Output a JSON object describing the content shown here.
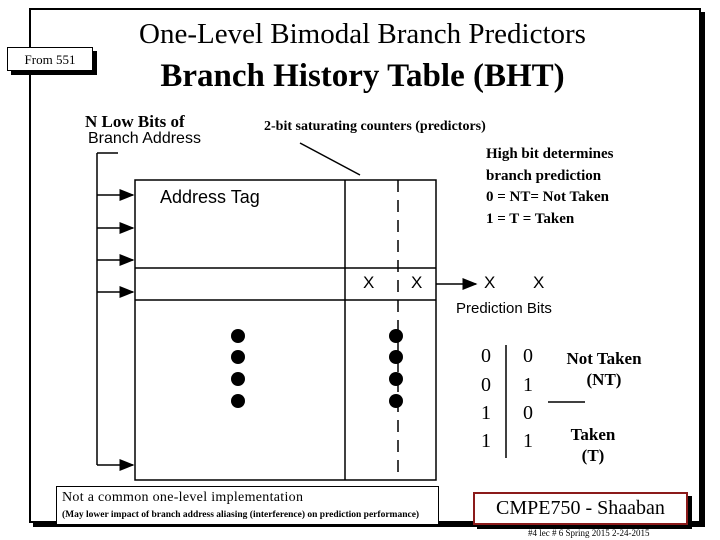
{
  "slide": {
    "from_label": "From 551",
    "title": "One-Level Bimodal Branch Predictors",
    "subtitle": "Branch History Table (BHT)"
  },
  "diagram": {
    "index_label_line1": "N  Low Bits of",
    "index_label_line2": "Branch Address",
    "counters_label": "2-bit saturating counters (predictors)",
    "high_bit_note": [
      "High bit determines",
      "branch prediction",
      "0  =  NT= Not Taken",
      "1 =  T = Taken"
    ],
    "table_column_label": "Address Tag",
    "entry_bits": [
      "X",
      "X"
    ],
    "output_bits": [
      "X",
      "X"
    ],
    "output_label": "Prediction Bits",
    "state_table": {
      "rows": [
        [
          "0",
          "0"
        ],
        [
          "0",
          "1"
        ],
        [
          "1",
          "0"
        ],
        [
          "1",
          "1"
        ]
      ],
      "not_taken_label": [
        "Not Taken",
        "(NT)"
      ],
      "taken_label": [
        "Taken",
        "(T)"
      ]
    }
  },
  "note": {
    "main": "Not a common one-level implementation",
    "detail": "(May lower impact of branch address aliasing (interference) on prediction performance)"
  },
  "badge": {
    "course": "CMPE750 - Shaaban"
  },
  "footer": {
    "text": "#4   lec # 6   Spring 2015  2-24-2015"
  }
}
